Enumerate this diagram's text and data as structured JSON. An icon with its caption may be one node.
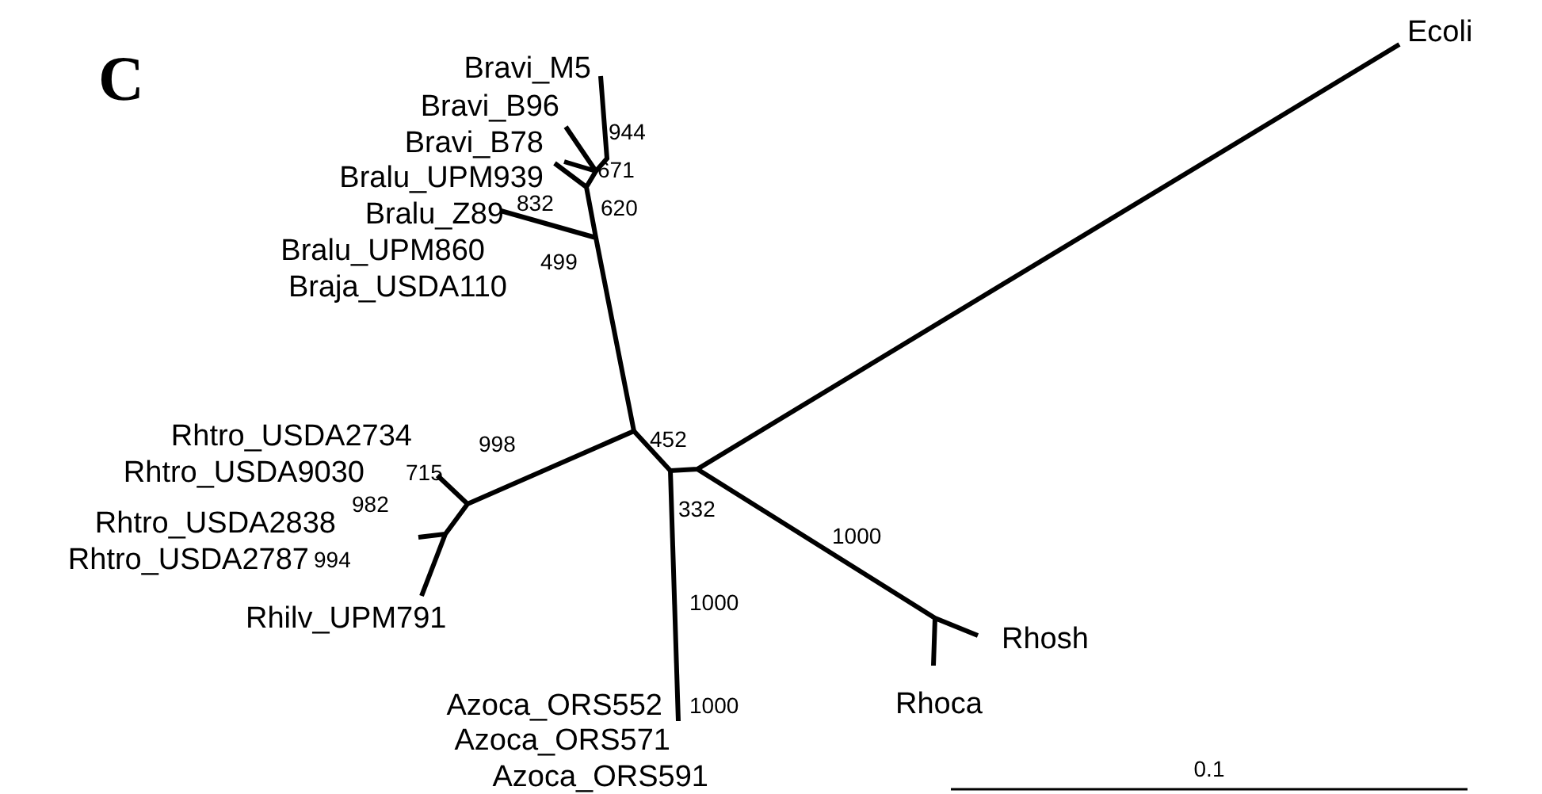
{
  "diagram": {
    "labels": [
      "C",
      "Bravi_M5",
      "Bravi_B96",
      "Bravi_B78",
      "944",
      "Bralu_UPM939",
      "671",
      "Bralu_Z89",
      "832",
      "620",
      "Bralu_UPM860",
      "499",
      "Braja_USDA110",
      "Ecoli",
      "452",
      "998",
      "Rhtro_USDA2734",
      "Rhtro_USDA9030",
      "715",
      "982",
      "Rhtro_USDA2838",
      "Rhtro_USDA2787",
      "994",
      "332",
      "1000",
      "Rhilv_UPM791",
      "1000",
      "Rhosh",
      "Azoca_ORS552",
      "1000",
      "Rhoca",
      "Azoca_ORS571",
      "Azoca_ORS591",
      "0.1"
    ]
  }
}
